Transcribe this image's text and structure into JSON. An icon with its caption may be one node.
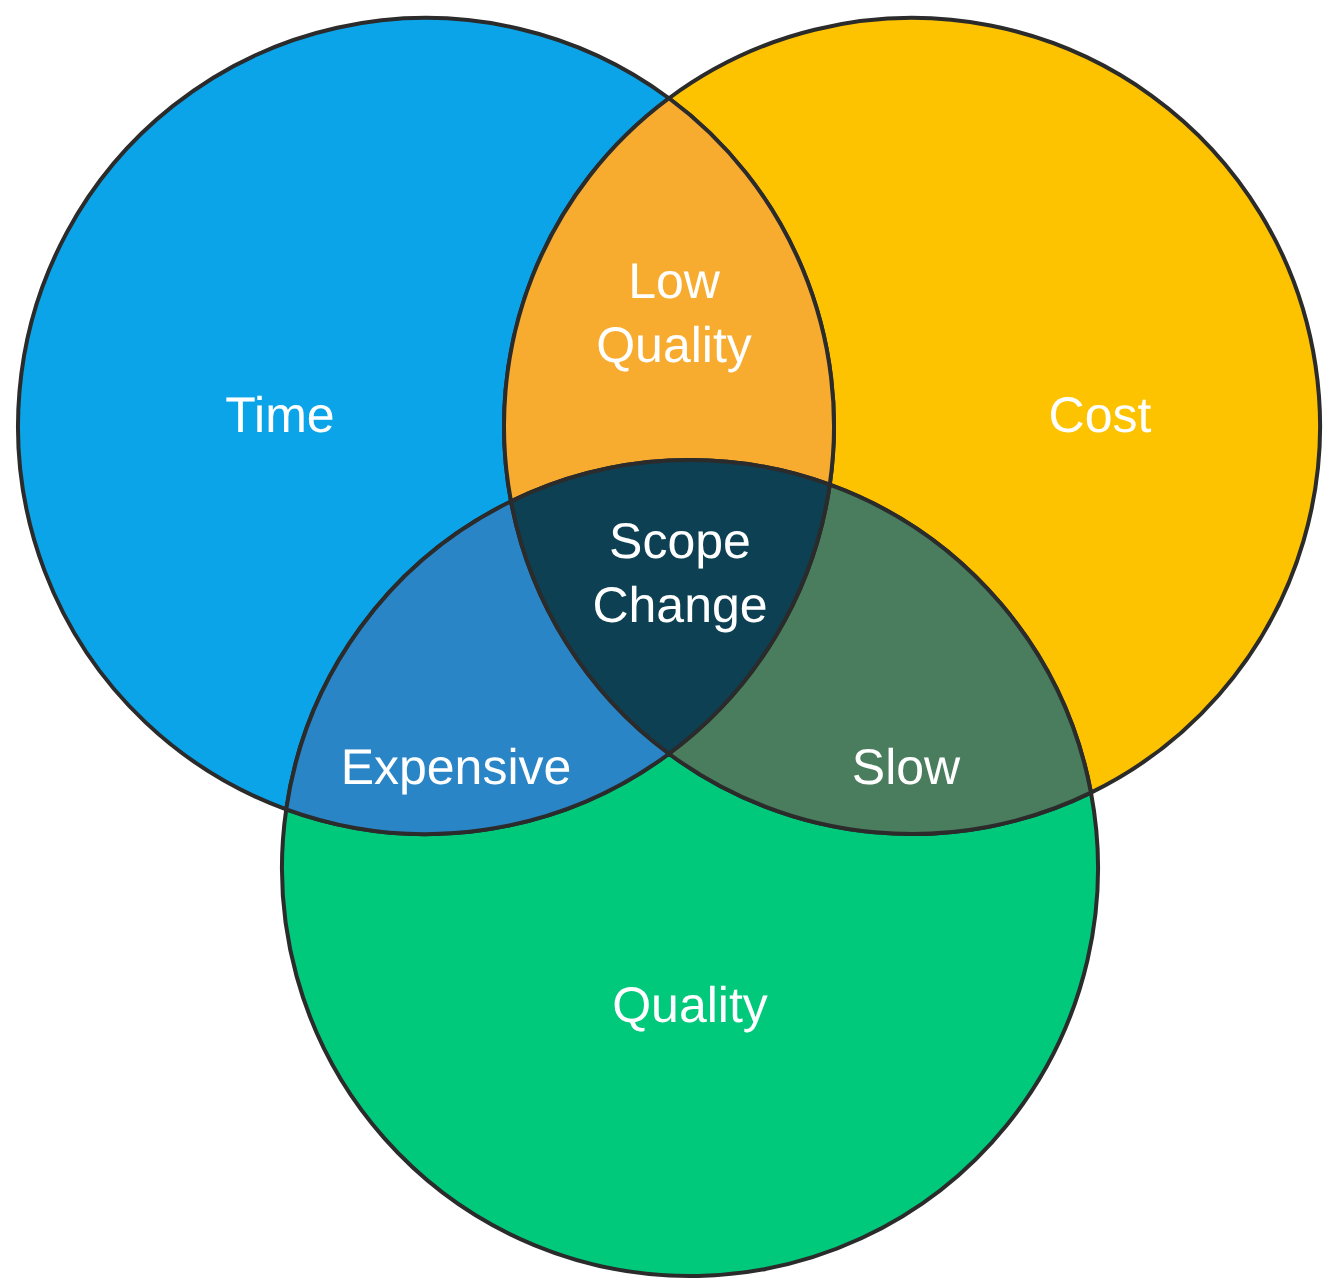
{
  "diagram": {
    "nodes": [
      {
        "text": [
          "Time"
        ]
      },
      {
        "text": [
          "Cost"
        ]
      },
      {
        "text": [
          "Quality"
        ]
      }
    ],
    "edges": [],
    "labels": [
      "Low Quality",
      "Scope Change",
      "Expensive",
      "Slow"
    ]
  }
}
